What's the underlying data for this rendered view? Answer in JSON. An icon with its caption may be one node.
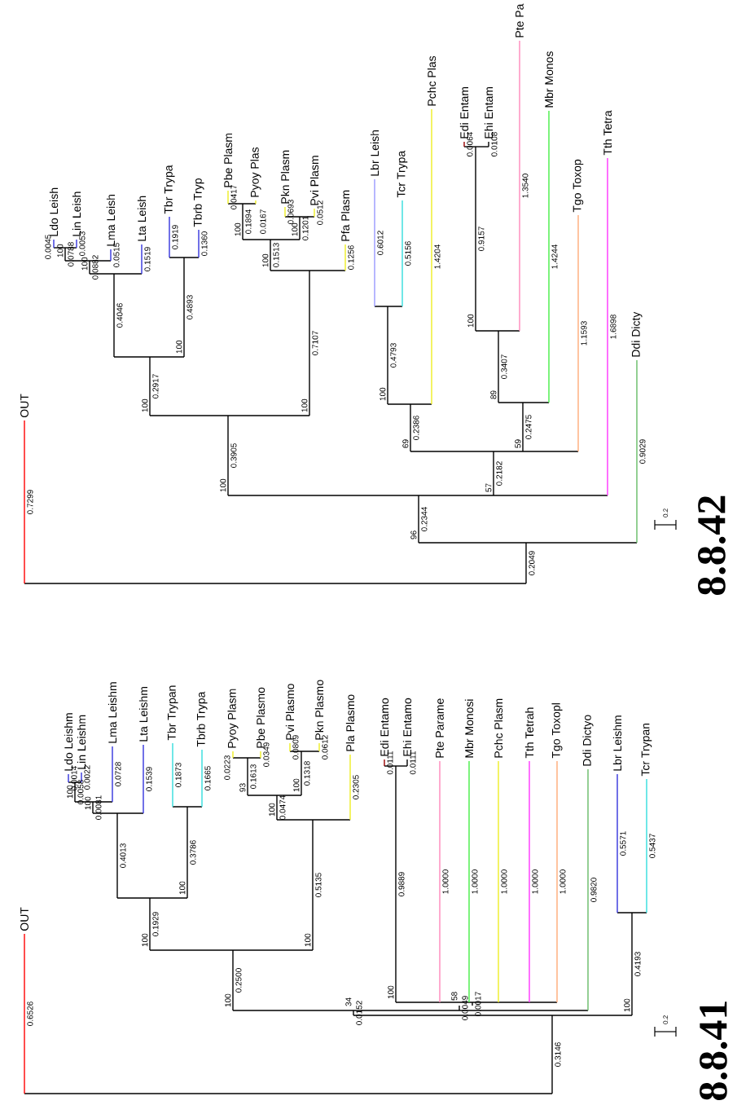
{
  "diagram": {
    "labels": [
      "0.7299",
      "OUT",
      "0.2049",
      "96",
      "0.2344",
      "100",
      "0.3905",
      "100",
      "0.2917",
      "0.4046",
      "100",
      "0.0882",
      "100",
      "0.0788",
      "0.0045",
      "Ldo Leish",
      "0.0053",
      "Lin Leish",
      "0.0515",
      "Lma Leish",
      "0.1519",
      "Lta Leish",
      "100",
      "0.4893",
      "0.1919",
      "Tbr Trypa",
      "0.1360",
      "Tbrb Tryp",
      "100",
      "0.7107",
      "100",
      "0.1513",
      "100",
      "0.1894",
      "0.0417",
      "Pbe Plasm",
      "0.0167",
      "Pyoy Plas",
      "100",
      "0.1201",
      "0.0693",
      "Pkn Plasm",
      "0.0512",
      "Pvi Plasm",
      "0.1256",
      "Pfa Plasm",
      "57",
      "0.2182",
      "69",
      "0.2386",
      "100",
      "0.4793",
      "0.6012",
      "Lbr Leish",
      "0.5156",
      "Tcr Trypa",
      "1.4204",
      "Pchc Plas",
      "59",
      "0.2475",
      "89",
      "0.3407",
      "100",
      "0.9157",
      "0.0064",
      "Edi Entam",
      "0.0108",
      "Ehi Entam",
      "1.3540",
      "Pte Pa",
      "1.4244",
      "Mbr Monos",
      "1.1593",
      "Tgo Toxop",
      "1.6898",
      "Tth Tetra",
      "0.9029",
      "Ddi Dicty",
      "0.2",
      "8.8.42",
      "0.6526",
      "OUT",
      "0.3146",
      "34",
      "0.0152",
      "100",
      "0.2500",
      "100",
      "0.1929",
      "0.4013",
      "100",
      "0.0081",
      "100",
      "0.0058",
      "0.0014",
      "Ldo Leishm",
      "0.0022",
      "Lin Leishm",
      "0.0728",
      "Lma Leishm",
      "0.1539",
      "Lta Leishm",
      "100",
      "0.3786",
      "0.1873",
      "Tbr Trypan",
      "0.1665",
      "Tbrb Trypa",
      "100",
      "0.5135",
      "100",
      "0.0474",
      "93",
      "0.1613",
      "0.0223",
      "Pyoy Plasm",
      "0.0349",
      "Pbe Plasmo",
      "100",
      "0.1318",
      "0.0809",
      "Pvi Plasmo",
      "0.0612",
      "Pkn Plasmo",
      "0.2305",
      "Pla Plasmo",
      "58",
      "0.0049",
      "0.0017",
      "100",
      "0.9889",
      "0.0111",
      "Edi Entamo",
      "0.0111",
      "Ehi Entamo",
      "1.0000",
      "Pte Parame",
      "1.0000",
      "Mbr Monosi",
      "1.0000",
      "Pchc Plasm",
      "1.0000",
      "Tth Tetrah",
      "1.0000",
      "Tgo Toxopl",
      "0.9820",
      "Ddi Dictyo",
      "100",
      "0.4193",
      "0.5571",
      "Lbr Leishm",
      "0.5437",
      "Tcr Trypan",
      "0.2",
      "8.8.41"
    ]
  }
}
